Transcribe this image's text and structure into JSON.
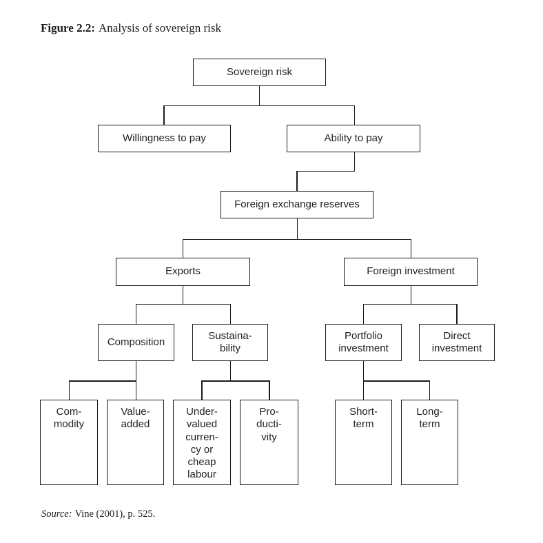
{
  "figure": {
    "caption_label": "Figure 2.2:",
    "caption_text": "Analysis of sovereign risk",
    "source_label": "Source:",
    "source_text": "Vine (2001), p. 525."
  },
  "colors": {
    "background": "#ffffff",
    "line": "#1a1a1a",
    "text": "#1f1f1f"
  },
  "diagram": {
    "type": "tree",
    "nodes": {
      "sovereign_risk": {
        "label": "Sovereign risk"
      },
      "willingness_to_pay": {
        "label": "Willingness to pay"
      },
      "ability_to_pay": {
        "label": "Ability to pay"
      },
      "foreign_exchange_reserves": {
        "label": "Foreign exchange reserves"
      },
      "exports": {
        "label": "Exports"
      },
      "foreign_investment": {
        "label": "Foreign investment"
      },
      "composition": {
        "label": "Composition"
      },
      "sustainability": {
        "label": "Sustaina-\nbility"
      },
      "portfolio_investment": {
        "label": "Portfolio\ninvestment"
      },
      "direct_investment": {
        "label": "Direct\ninvestment"
      },
      "commodity": {
        "label": "Com-\nmodity"
      },
      "value_added": {
        "label": "Value-\nadded"
      },
      "undervalued_currency": {
        "label": "Under-\nvalued\ncurren-\ncy or\ncheap\nlabour"
      },
      "productivity": {
        "label": "Pro-\nducti-\nvity"
      },
      "short_term": {
        "label": "Short-\nterm"
      },
      "long_term": {
        "label": "Long-\nterm"
      }
    },
    "edges": [
      {
        "from": "sovereign_risk",
        "to": [
          "willingness_to_pay",
          "ability_to_pay"
        ]
      },
      {
        "from": "ability_to_pay",
        "to": [
          "foreign_exchange_reserves"
        ]
      },
      {
        "from": "foreign_exchange_reserves",
        "to": [
          "exports",
          "foreign_investment"
        ]
      },
      {
        "from": "exports",
        "to": [
          "composition",
          "sustainability"
        ]
      },
      {
        "from": "foreign_investment",
        "to": [
          "portfolio_investment",
          "direct_investment"
        ]
      },
      {
        "from": "composition",
        "to": [
          "commodity",
          "value_added"
        ]
      },
      {
        "from": "sustainability",
        "to": [
          "undervalued_currency",
          "productivity"
        ]
      },
      {
        "from": "portfolio_investment",
        "to": [
          "short_term",
          "long_term"
        ]
      }
    ]
  }
}
